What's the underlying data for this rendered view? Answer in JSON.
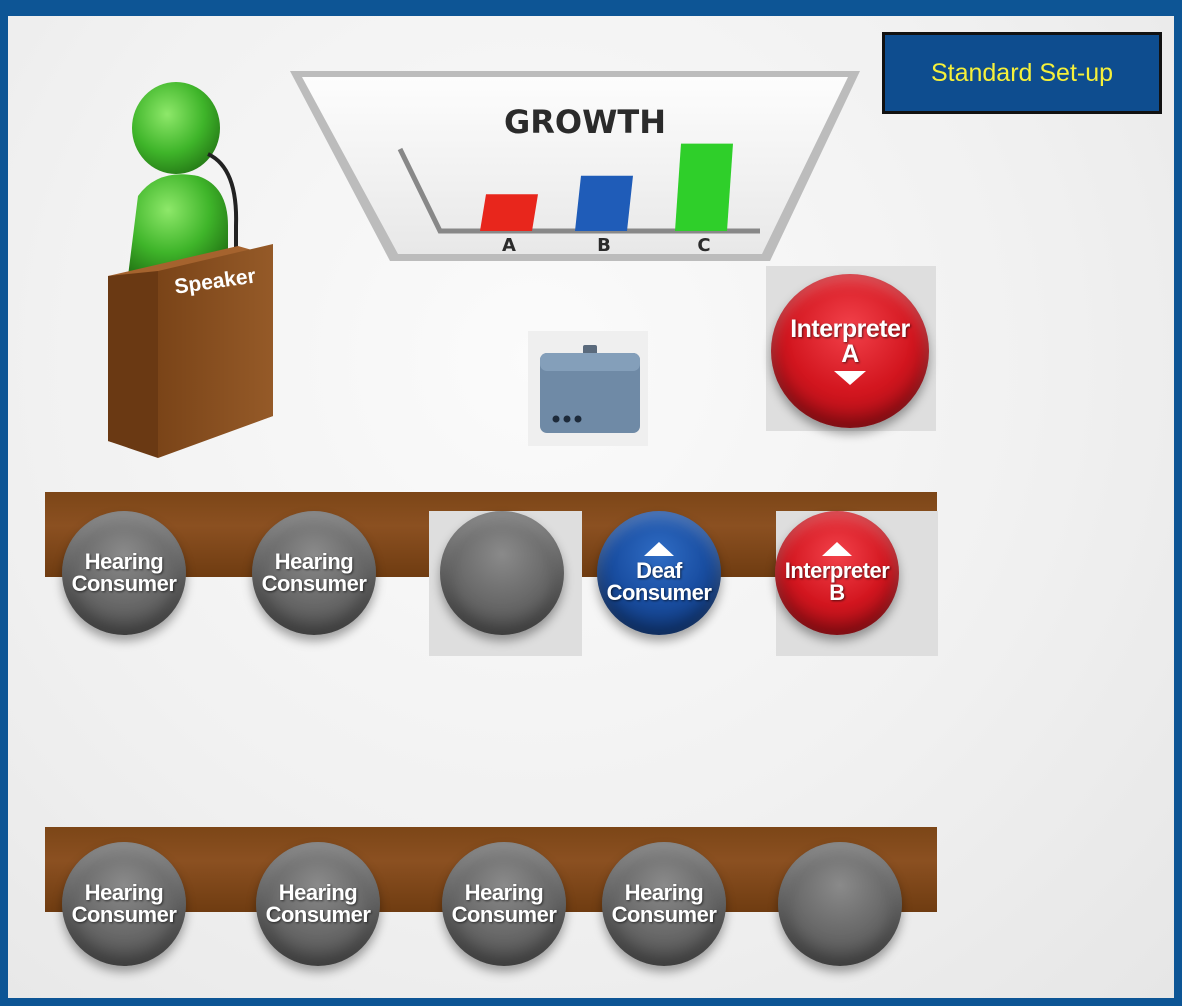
{
  "header": {
    "title": "Standard Set-up"
  },
  "screen": {
    "title": "GROWTH",
    "chart_data": {
      "type": "bar",
      "categories": [
        "A",
        "B",
        "C"
      ],
      "values": [
        1.6,
        2.4,
        3.8
      ],
      "colors": [
        "#e8261c",
        "#1f5cb8",
        "#2fcf2a"
      ],
      "title": "GROWTH",
      "xlabel": "",
      "ylabel": ""
    }
  },
  "speaker": {
    "label": "Speaker"
  },
  "interpreter_a": {
    "line1": "Interpreter",
    "line2": "A",
    "color": "#d3161f"
  },
  "row1": [
    {
      "label": "Hearing\nConsumer",
      "color": "gray"
    },
    {
      "label": "Hearing\nConsumer",
      "color": "gray"
    },
    {
      "label": "",
      "color": "gray"
    },
    {
      "label": "Deaf\nConsumer",
      "color": "blue",
      "arrow": "up"
    },
    {
      "label": "Interpreter\nB",
      "color": "red",
      "arrow": "up"
    }
  ],
  "row2": [
    {
      "label": "Hearing\nConsumer",
      "color": "gray"
    },
    {
      "label": "Hearing\nConsumer",
      "color": "gray"
    },
    {
      "label": "Hearing\nConsumer",
      "color": "gray"
    },
    {
      "label": "Hearing\nConsumer",
      "color": "gray"
    },
    {
      "label": "",
      "color": "gray"
    }
  ],
  "colors": {
    "frame": "#0d5595",
    "title_text": "#f5f03a",
    "table": "#8b5021"
  }
}
